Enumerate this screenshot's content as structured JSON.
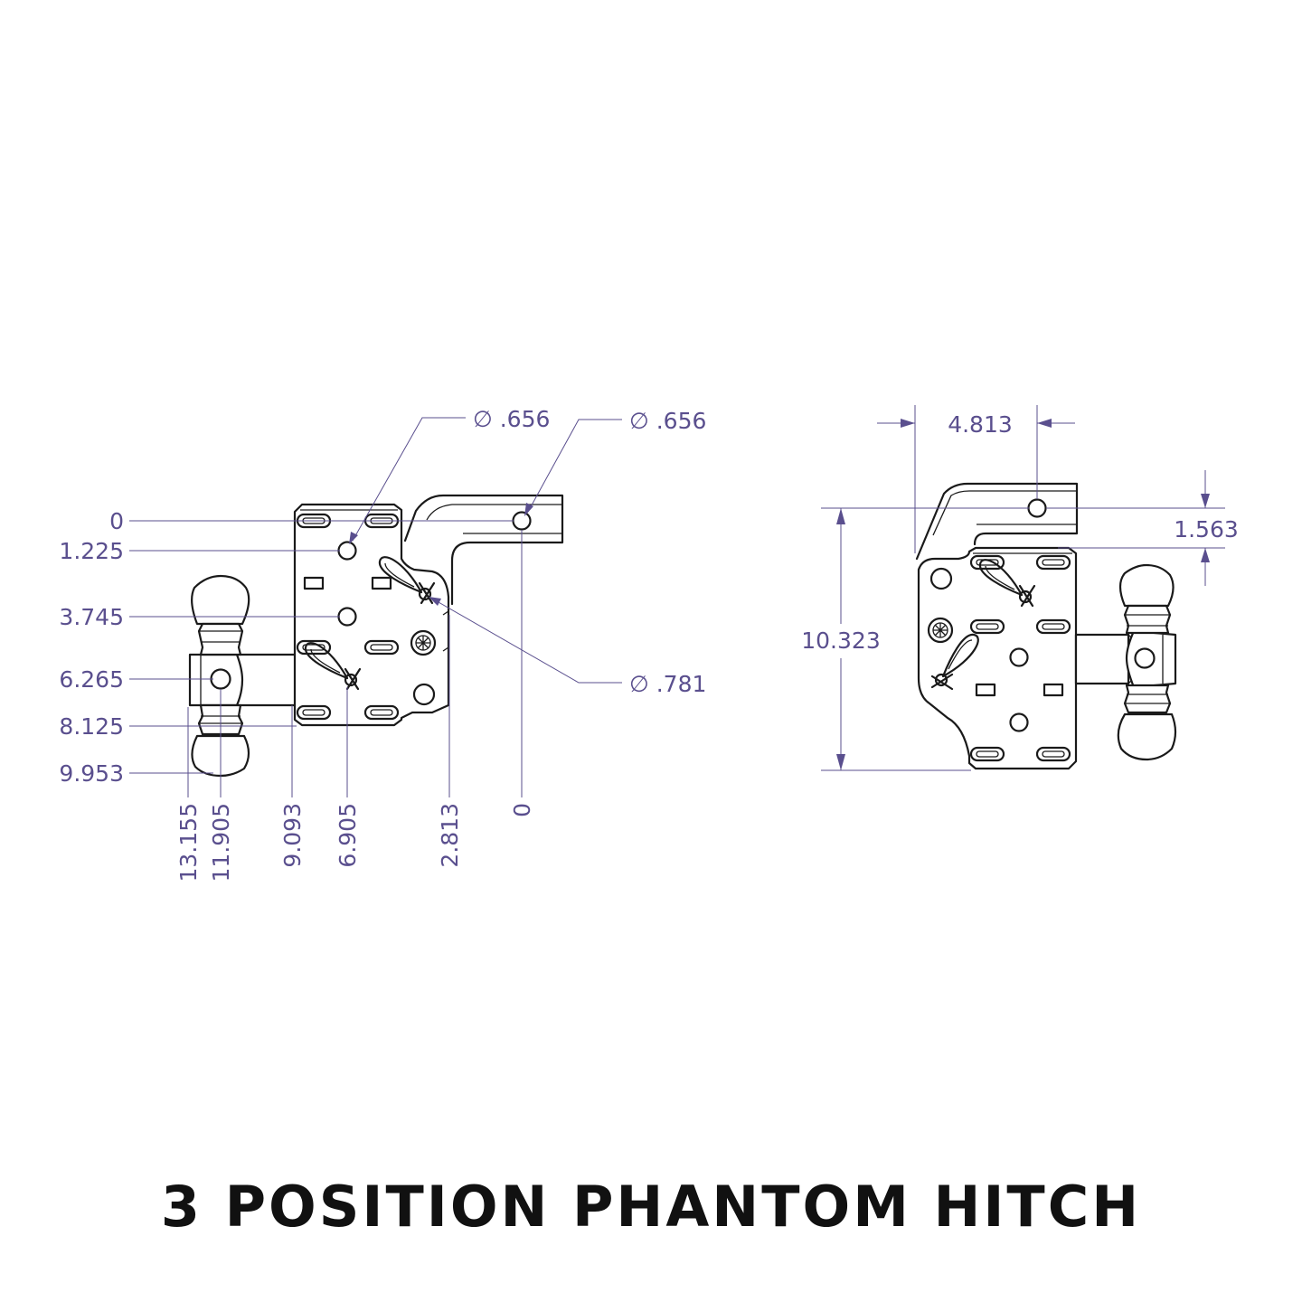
{
  "title": "3 POSITION PHANTOM HITCH",
  "colors": {
    "dimension": "#5a4f8e",
    "outline": "#1a1a1a",
    "background": "#ffffff"
  },
  "side_view": {
    "diameter_callouts": [
      {
        "symbol": "∅",
        "value": ".656"
      },
      {
        "symbol": "∅",
        "value": ".656"
      },
      {
        "symbol": "∅",
        "value": ".781"
      }
    ],
    "vertical_ordinates": [
      "0",
      "1.225",
      "3.745",
      "6.265",
      "8.125",
      "9.953"
    ],
    "horizontal_ordinates": [
      "13.155",
      "11.905",
      "9.093",
      "6.905",
      "2.813",
      "0"
    ]
  },
  "rear_view": {
    "dimensions": [
      "4.813",
      "1.563",
      "10.323"
    ]
  }
}
